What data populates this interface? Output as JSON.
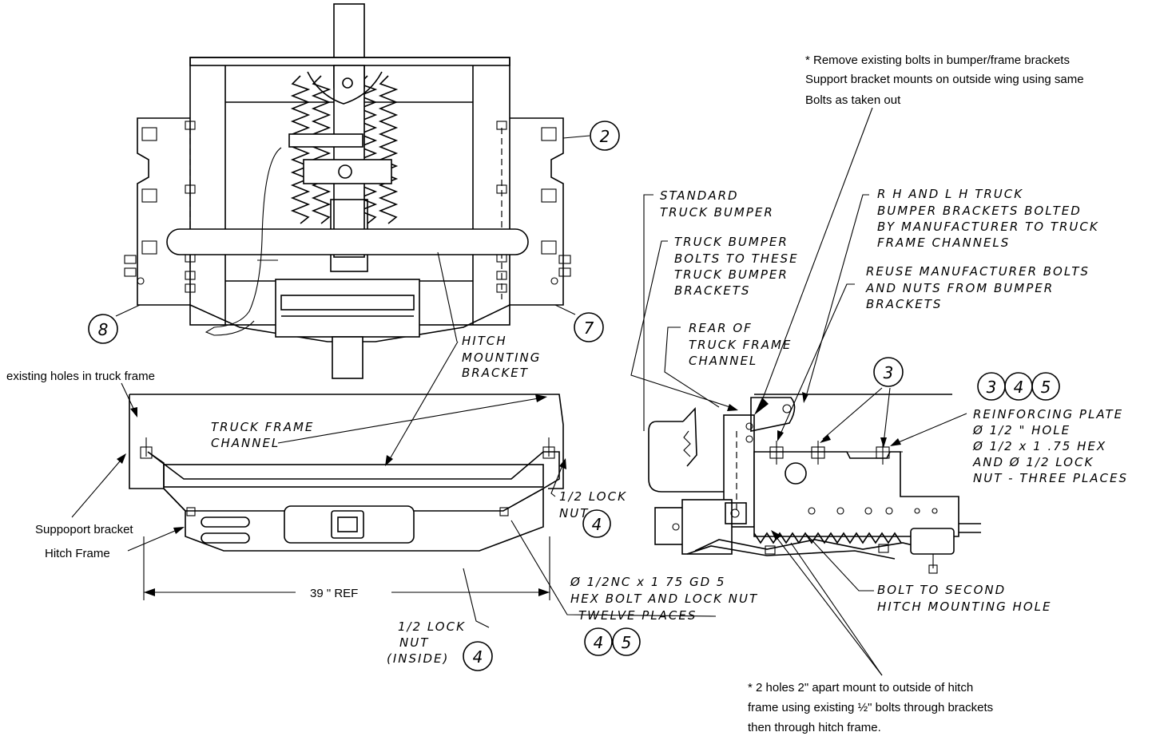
{
  "labels": {
    "remove_note": [
      "* Remove existing bolts in bumper/frame brackets",
      "Support bracket mounts on outside wing using same",
      "Bolts as taken out"
    ],
    "standard_bumper": [
      "STANDARD",
      "TRUCK BUMPER"
    ],
    "bumper_bolts": [
      "TRUCK BUMPER",
      "BOLTS TO THESE",
      "TRUCK BUMPER",
      "BRACKETS"
    ],
    "rh_lh_brackets": [
      "R H  AND L H  TRUCK",
      "BUMPER BRACKETS BOLTED",
      "BY MANUFACTURER TO TRUCK",
      "FRAME CHANNELS"
    ],
    "reuse_bolts": [
      "REUSE MANUFACTURER BOLTS",
      "AND NUTS FROM BUMPER",
      "BRACKETS"
    ],
    "rear_frame": [
      "REAR OF",
      "TRUCK FRAME",
      "CHANNEL"
    ],
    "hitch_bracket": [
      "HITCH",
      "MOUNTING",
      "BRACKET"
    ],
    "existing_holes": "existing holes in truck frame",
    "truck_frame_channel": [
      "TRUCK FRAME",
      "CHANNEL"
    ],
    "support_bracket": "Suppoport bracket",
    "hitch_frame": "Hitch Frame",
    "lock_nut": [
      "1/2 LOCK",
      "NUT"
    ],
    "dimension": "39 \" REF",
    "hex_bolt": [
      "Ø 1/2NC x 1 75  GD 5",
      "HEX BOLT AND LOCK NUT",
      "TWELVE  PLACES"
    ],
    "lock_nut_inside": [
      "1/2 LOCK",
      "NUT",
      "(INSIDE)"
    ],
    "reinforcing": [
      "REINFORCING PLATE",
      "Ø 1/2 \" HOLE",
      "Ø 1/2  x  1 .75 HEX",
      "AND Ø 1/2 LOCK",
      "NUT - THREE PLACES"
    ],
    "bolt_second": [
      "BOLT TO SECOND",
      "HITCH MOUNTING HOLE"
    ],
    "holes_note": [
      "* 2 holes 2\" apart mount to outside of hitch",
      "frame using existing ½\" bolts through brackets",
      "then through hitch frame."
    ]
  },
  "bubbles": {
    "b2": "2",
    "b7": "7",
    "b8": "8",
    "b3_side": "3",
    "b3": "3",
    "b4_reinf": "4",
    "b5_reinf": "5",
    "b4_locknut": "4",
    "b4_bolt": "4",
    "b5_bolt": "5",
    "b4_inside": "4"
  }
}
